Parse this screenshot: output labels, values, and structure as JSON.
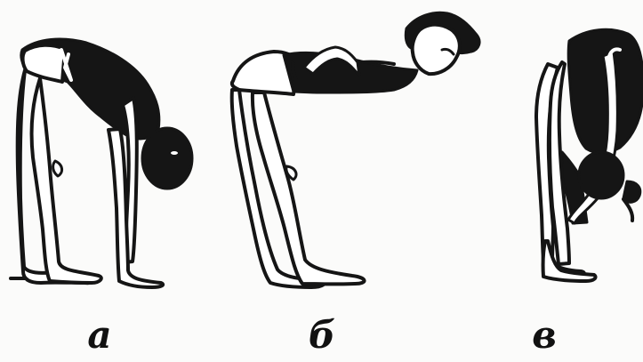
{
  "panels": [
    {
      "label": "а",
      "figure": "person-standing-forward-bend-figure",
      "ink": "#111111"
    },
    {
      "label": "б",
      "figure": "person-bent-forward-looking-ahead-figure",
      "ink": "#111111"
    },
    {
      "label": "в",
      "figure": "person-deep-forward-fold-figure",
      "ink": "#111111"
    }
  ]
}
